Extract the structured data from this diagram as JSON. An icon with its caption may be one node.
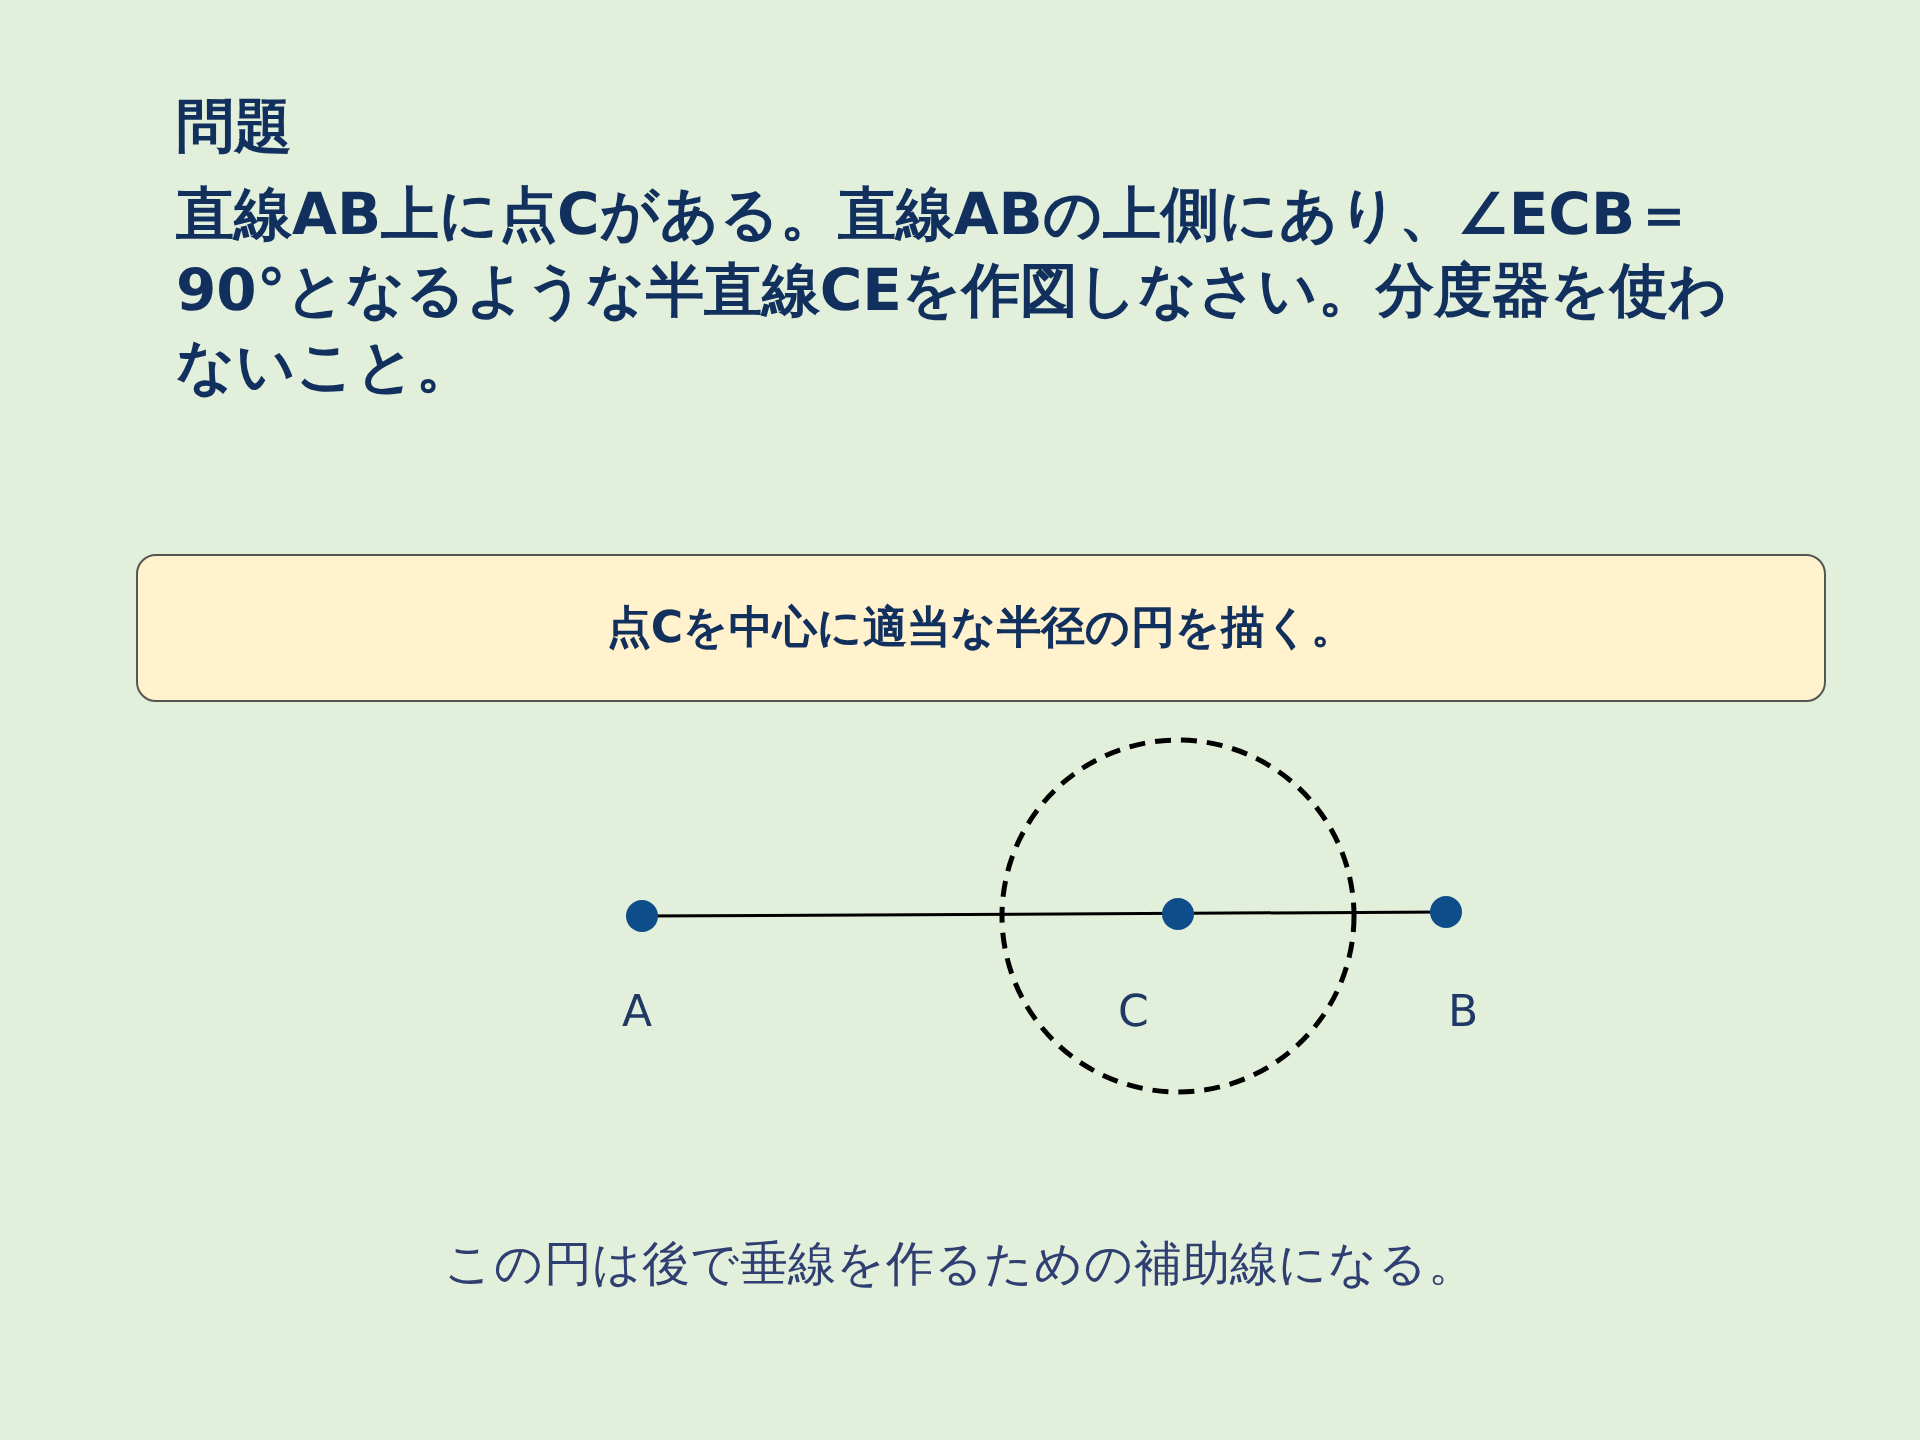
{
  "diagram": {
    "title": "問題",
    "nodes": [
      {
        "text": [
          "点Cを中心に適当な半径の円を描く。"
        ]
      }
    ],
    "edges": [],
    "labels": [
      "直線AB上に点Cがある。直線ABの上側にあり、∠ECB＝90°となるような半直線CEを作図しなさい。分度器を使わないこと。",
      "A",
      "C",
      "B",
      "この円は後で垂線を作るための補助線になる。"
    ]
  }
}
